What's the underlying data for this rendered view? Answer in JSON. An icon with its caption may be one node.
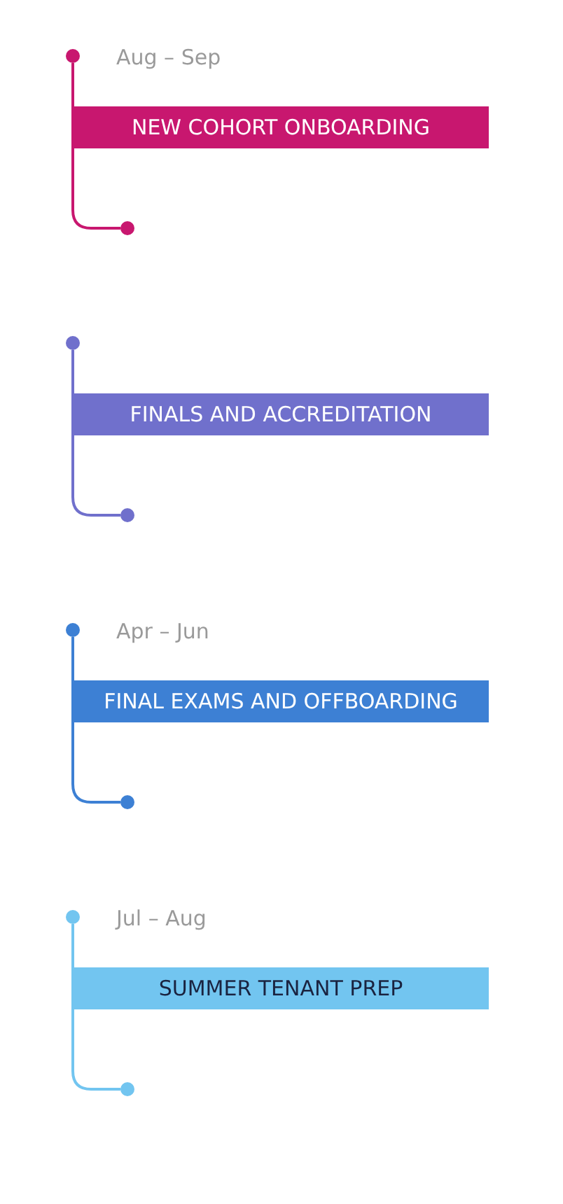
{
  "diagram": {
    "nodes": [
      {
        "text": [],
        "shape": "circle"
      },
      {
        "text": [
          "NEW COHORT ONBOARDING"
        ],
        "beside": [
          "Aug – Sep"
        ]
      },
      {
        "text": [],
        "shape": "circle"
      },
      {
        "text": [],
        "shape": "circle"
      },
      {
        "text": [
          "FINALS AND ACCREDITATION"
        ]
      },
      {
        "text": [],
        "shape": "circle"
      },
      {
        "text": [],
        "shape": "circle"
      },
      {
        "text": [
          "FINAL EXAMS AND OFFBOARDING"
        ],
        "beside": [
          "Apr – Jun"
        ]
      },
      {
        "text": [],
        "shape": "circle"
      },
      {
        "text": [],
        "shape": "circle"
      },
      {
        "text": [
          "SUMMER TENANT PREP"
        ],
        "beside": [
          "Jul – Aug"
        ]
      },
      {
        "text": [],
        "shape": "circle"
      }
    ],
    "edges": [
      {
        "from": 0,
        "to": 2,
        "arrow": "none",
        "color": "#c8176f"
      },
      {
        "from": 3,
        "to": 5,
        "arrow": "none",
        "color": "#7070cc"
      },
      {
        "from": 6,
        "to": 8,
        "arrow": "none",
        "color": "#3d80d4"
      },
      {
        "from": 9,
        "to": 11,
        "arrow": "none",
        "color": "#72c5f0"
      }
    ]
  }
}
